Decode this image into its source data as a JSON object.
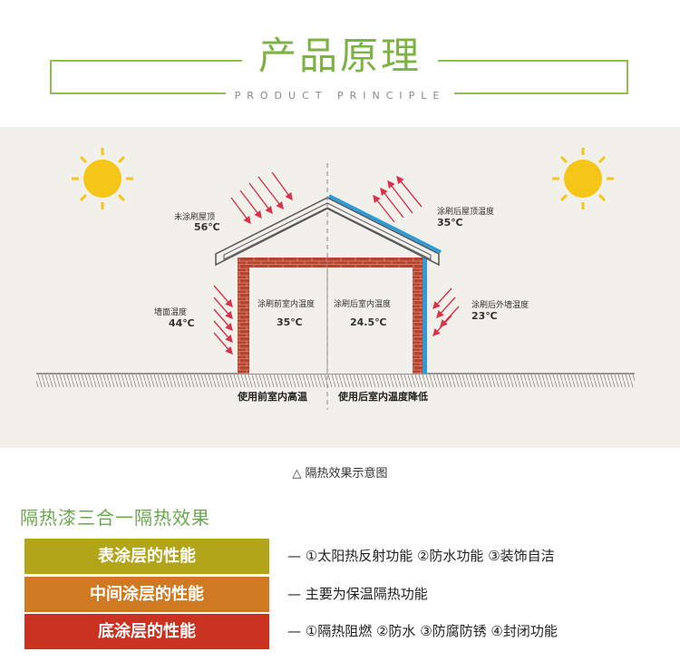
{
  "header": {
    "title": "产品原理",
    "subtitle": "PRODUCT PRINCIPLE"
  },
  "diagram": {
    "left_house": {
      "roof_label": "未涂刷屋顶",
      "roof_temp": "56℃",
      "wall_label": "墙面温度",
      "wall_temp": "44℃",
      "indoor_label": "涂刷前室内温度",
      "indoor_temp": "35℃",
      "bottom_label": "使用前室内高温"
    },
    "right_house": {
      "roof_label": "涂刷后屋顶温度",
      "roof_temp": "35℃",
      "wall_label": "涂刷后外墙温度",
      "wall_temp": "23℃",
      "indoor_label": "涂刷后室内温度",
      "indoor_temp": "24.5℃",
      "bottom_label": "使用后室内温度降低"
    },
    "colors": {
      "background": "#f2f0ea",
      "brick": "#b5442f",
      "coating": "#2e9bd6",
      "arrow": "#d6334a",
      "sun": "#f5c518"
    }
  },
  "caption": "△  隔热效果示意图",
  "section_title": "隔热漆三合一隔热效果",
  "layers": [
    {
      "label": "表涂层的性能",
      "desc": "—  ①太阳热反射功能  ②防水功能  ③装饰自洁",
      "color": "#b2a51a"
    },
    {
      "label": "中间涂层的性能",
      "desc": "—  主要为保温隔热功能",
      "color": "#cf7a22"
    },
    {
      "label": "底涂层的性能",
      "desc": "—  ①隔热阻燃  ②防水  ③防腐防锈  ④封闭功能",
      "color": "#c8321f"
    }
  ]
}
